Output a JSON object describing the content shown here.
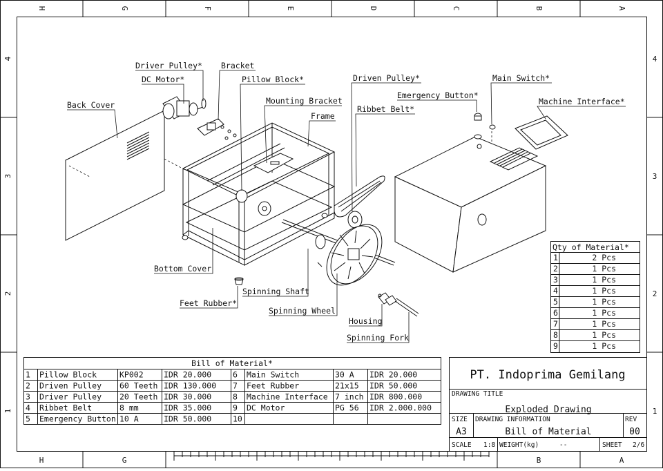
{
  "zones_top": [
    "H",
    "G",
    "F",
    "E",
    "D",
    "C",
    "B",
    "A"
  ],
  "zones_bottom": [
    "H",
    "G",
    "B",
    "A"
  ],
  "zones_side": [
    "4",
    "3",
    "2",
    "1"
  ],
  "callouts": {
    "back_cover": "Back Cover",
    "driver_pulley": "Driver Pulley*",
    "dc_motor": "DC Motor*",
    "bracket": "Bracket",
    "pillow_block": "Pillow Block*",
    "mounting_bracket": "Mounting Bracket",
    "frame": "Frame",
    "driven_pulley": "Driven Pulley*",
    "emergency_button": "Emergency Button*",
    "ribbet_belt": "Ribbet Belt*",
    "main_switch": "Main Switch*",
    "machine_interface": "Machine Interface*",
    "bottom_cover": "Bottom Cover",
    "spinning_shaft": "Spinning Shaft",
    "feet_rubber": "Feet Rubber*",
    "spinning_wheel": "Spinning Wheel",
    "housing": "Housing",
    "spinning_fork": "Spinning Fork"
  },
  "qty_table": {
    "title": "Qty of Material*",
    "rows": [
      {
        "no": "1",
        "qty": "2 Pcs"
      },
      {
        "no": "2",
        "qty": "1 Pcs"
      },
      {
        "no": "3",
        "qty": "1 Pcs"
      },
      {
        "no": "4",
        "qty": "1 Pcs"
      },
      {
        "no": "5",
        "qty": "1 Pcs"
      },
      {
        "no": "6",
        "qty": "1 Pcs"
      },
      {
        "no": "7",
        "qty": "1 Pcs"
      },
      {
        "no": "8",
        "qty": "1 Pcs"
      },
      {
        "no": "9",
        "qty": "1 Pcs"
      }
    ]
  },
  "bom": {
    "title": "Bill of Material*",
    "rows": [
      {
        "a": {
          "no": "1",
          "name": "Pillow Block",
          "spec": "KP002",
          "price": "IDR 20.000"
        },
        "b": {
          "no": "6",
          "name": "Main Switch",
          "spec": "30 A",
          "price": "IDR 20.000"
        }
      },
      {
        "a": {
          "no": "2",
          "name": "Driven Pulley",
          "spec": "60 Teeth",
          "price": "IDR 130.000"
        },
        "b": {
          "no": "7",
          "name": "Feet Rubber",
          "spec": "21x15",
          "price": "IDR 50.000"
        }
      },
      {
        "a": {
          "no": "3",
          "name": "Driver Pulley",
          "spec": "20 Teeth",
          "price": "IDR 30.000"
        },
        "b": {
          "no": "8",
          "name": "Machine Interface",
          "spec": "7 inch",
          "price": "IDR 800.000"
        }
      },
      {
        "a": {
          "no": "4",
          "name": "Ribbet Belt",
          "spec": "8 mm",
          "price": "IDR 35.000"
        },
        "b": {
          "no": "9",
          "name": "DC Motor",
          "spec": "PG 56",
          "price": "IDR 2.000.000"
        }
      },
      {
        "a": {
          "no": "5",
          "name": "Emergency Button",
          "spec": "10 A",
          "price": "IDR 50.000"
        },
        "b": {
          "no": "10",
          "name": "",
          "spec": "",
          "price": ""
        }
      }
    ]
  },
  "title_block": {
    "company": "PT. Indoprima Gemilang",
    "drawing_title_label": "DRAWING TITLE",
    "drawing_title": "Exploded Drawing",
    "size_label": "SIZE",
    "size": "A3",
    "drawing_info_label": "DRAWING INFORMATION",
    "drawing_info": "Bill of Material",
    "rev_label": "REV",
    "rev": "00",
    "scale_label": "SCALE",
    "scale": "1:8",
    "weight_label": "WEIGHT(kg)",
    "weight": "--",
    "sheet_label": "SHEET",
    "sheet": "2/6"
  }
}
